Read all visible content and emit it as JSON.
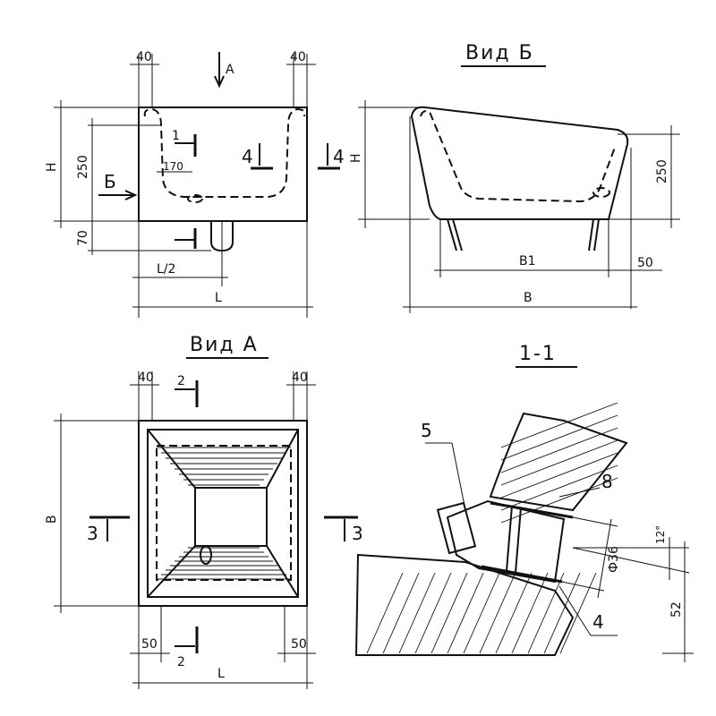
{
  "views": {
    "front": {
      "dim_left_edge": "40",
      "dim_right_edge": "40",
      "arrow_a": "А",
      "dim_h": "H",
      "dim_250": "250",
      "dim_70": "70",
      "label_b": "Б",
      "section_1": "1",
      "dim_170": "170",
      "section_4_left": "4",
      "section_4_right": "4",
      "dim_half_l": "L/2",
      "dim_l": "L"
    },
    "vid_b": {
      "title": "Вид Б",
      "dim_h": "H",
      "dim_250": "250",
      "dim_b1": "B1",
      "dim_50": "50",
      "dim_b": "B"
    },
    "vid_a": {
      "title": "Вид А",
      "dim_left_edge": "40",
      "dim_right_edge": "40",
      "section_2_top": "2",
      "section_2_bottom": "2",
      "section_3_left": "3",
      "section_3_right": "3",
      "dim_b": "B",
      "dim_50_left": "50",
      "dim_50_right": "50",
      "dim_l": "L"
    },
    "section_1_1": {
      "title": "1-1",
      "callout_5": "5",
      "callout_8": "8",
      "callout_4": "4",
      "dim_diameter": "Ф36",
      "dim_angle": "12°",
      "dim_52": "52"
    }
  }
}
